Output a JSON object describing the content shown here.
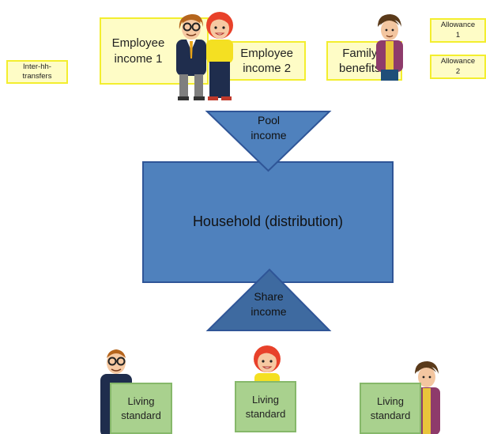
{
  "top": {
    "inter_hh": "Inter-hh-\ntransfers",
    "employee_income_1": "Employee\nincome 1",
    "employee_income_2": "Employee\nincome 2",
    "family_benefits": "Family\nbenefits",
    "allowance_1": "Allowance\n1",
    "allowance_2": "Allowance\n2"
  },
  "pool": {
    "label": "Pool\nincome"
  },
  "household": {
    "label": "Household (distribution)"
  },
  "share": {
    "label": "Share\nincome"
  },
  "bottom": {
    "living_1": "Living\nstandard",
    "living_2": "Living\nstandard",
    "living_3": "Living\nstandard"
  },
  "colors": {
    "box_blue": "#4f81bd",
    "box_blue_border": "#2f5597",
    "yellow_fill": "#fefcc6",
    "yellow_border": "#f3ee2e",
    "green_fill": "#a9d18e",
    "green_border": "#86b86a"
  },
  "icons": [
    "man-glasses-icon",
    "woman-redhead-icon",
    "man-purple-cardigan-icon"
  ]
}
